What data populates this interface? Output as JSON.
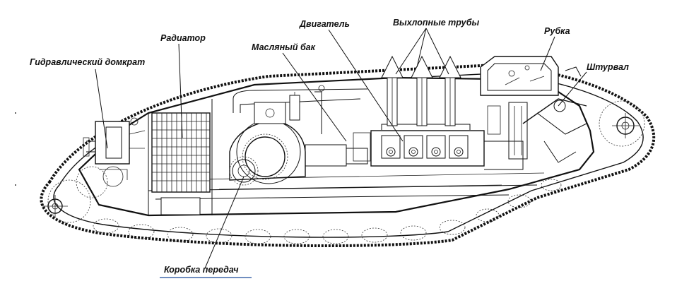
{
  "labels": {
    "hydraulic_jack": "Гидравлический домкрат",
    "radiator": "Радиатор",
    "oil_tank": "Масляный бак",
    "engine": "Двигатель",
    "exhaust_pipes": "Выхлопные трубы",
    "cabin": "Рубка",
    "steering_wheel": "Штурвал",
    "gearbox": "Коробка передач"
  },
  "colors": {
    "ink": "#111111",
    "background": "#ffffff",
    "gearbox_underline": "#1a4a9a"
  }
}
